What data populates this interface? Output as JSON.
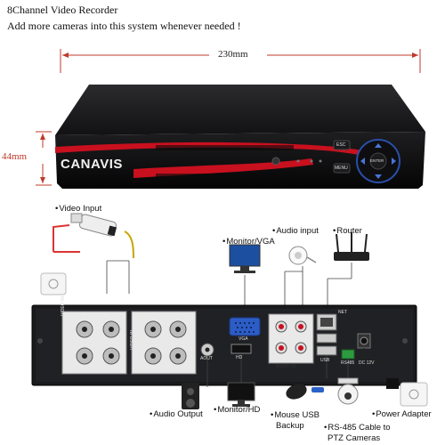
{
  "header": {
    "title": "8Channel Video Recorder",
    "subtitle": "Add more cameras  into this system whenever needed !"
  },
  "dimensions": {
    "width": "230mm",
    "height": "44mm"
  },
  "brand": {
    "logo_text": "CANAVIS",
    "accent_color": "#c8101e"
  },
  "front_panel": {
    "btn_esc": "ESC",
    "btn_menu": "MENU",
    "btn_enter": "ENTER"
  },
  "callouts": {
    "video_input": "Video Input",
    "monitor_vga": "Monitor/VGA",
    "audio_input": "Audio input",
    "router": "Router",
    "audio_output": "Audio Output",
    "monitor_hd": "Monitor/HD",
    "mouse_usb_line1": "Mouse USB",
    "mouse_usb_line2": "Backup",
    "rs485_line1": "RS-485 Cable to",
    "rs485_line2": "PTZ Cameras",
    "power_adapter": "Power Adapter"
  },
  "rear_panel": {
    "video_in": "VIDEO IN",
    "vga": "VGA",
    "hd": "HD",
    "aout": "AOUT",
    "audio_in": "AUDIO IN",
    "usb": "USB",
    "net": "NET",
    "rs485": "RS485",
    "dc": "DC  12V"
  }
}
